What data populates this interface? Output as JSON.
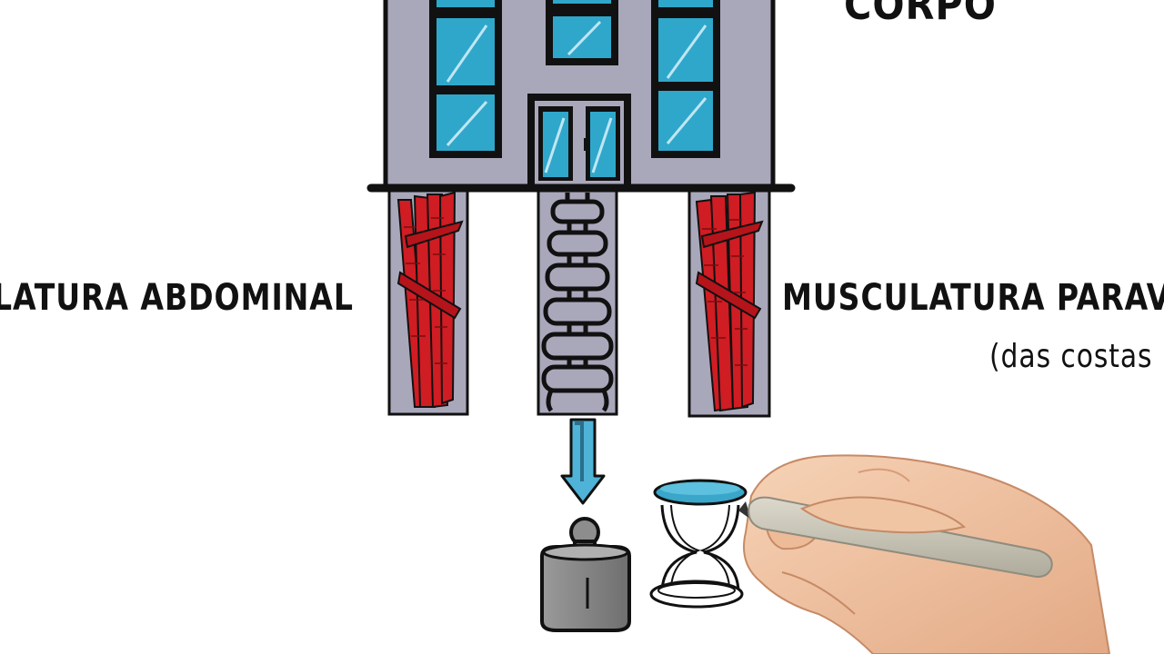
{
  "labels": {
    "top": "CORPO",
    "left": "LATURA ABDOMINAL",
    "right": "MUSCULATURA PARAV",
    "sub": "(das costas"
  },
  "colors": {
    "building": "#a9a8bb",
    "window_glass": "#2fa7cb",
    "muscle": "#d01c23",
    "arrow": "#4fb3d8",
    "weight": "#8d8d8d",
    "hourglass_cap": "#3aa6c9",
    "pen": "#c9c6b8",
    "skin": "#f2c9a8",
    "outline": "#111111"
  },
  "icons": [
    "building",
    "spine",
    "muscle-fibers",
    "down-arrow",
    "weight",
    "hourglass",
    "hand-with-marker"
  ]
}
